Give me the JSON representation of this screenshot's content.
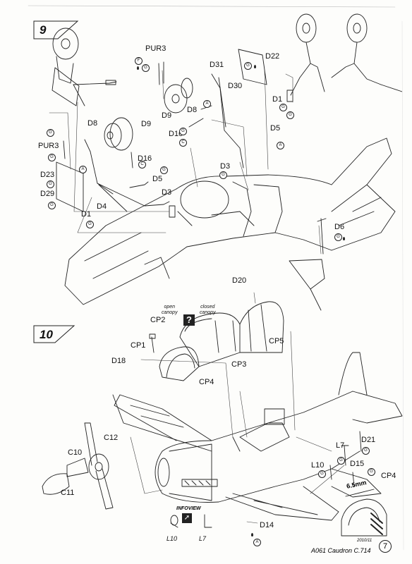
{
  "steps": [
    {
      "number": "9"
    },
    {
      "number": "10"
    }
  ],
  "step9_labels": {
    "pur3_a": "PUR3",
    "pur3_b": "PUR3",
    "d31": "D31",
    "d22": "D22",
    "d30": "D30",
    "d1_a": "D1",
    "d1_b": "D1",
    "d9_a": "D9",
    "d9_b": "D9",
    "d8_a": "D8",
    "d8_b": "D8",
    "d16_a": "D16",
    "d16_b": "D16",
    "d5_a": "D5",
    "d5_b": "D5",
    "d3_a": "D3",
    "d3_b": "D3",
    "d23": "D23",
    "d29": "D29",
    "d4": "D4",
    "d6": "D6"
  },
  "step10_labels": {
    "d20": "D20",
    "cp2": "CP2",
    "cp1": "CP1",
    "d18": "D18",
    "cp3": "CP3",
    "cp4_a": "CP4",
    "cp4_b": "CP4",
    "cp5": "CP5",
    "c12": "C12",
    "c10": "C10",
    "c11": "C11",
    "l7_a": "L7",
    "l7_b": "L7",
    "d21": "D21",
    "l10_a": "L10",
    "l10_b": "L10",
    "d15": "D15",
    "d14": "D14",
    "measure": "6.5mm"
  },
  "canopy_notes": {
    "open": "open\ncanopy",
    "closed": "closed\ncanopy",
    "question": "?"
  },
  "infoview": "INFOVIEW",
  "badges": {
    "g": "G",
    "c": "C",
    "a": "A",
    "f": "F"
  },
  "footer": {
    "code": "A061 Caudron C.714",
    "date": "2010/11",
    "page": "7"
  }
}
